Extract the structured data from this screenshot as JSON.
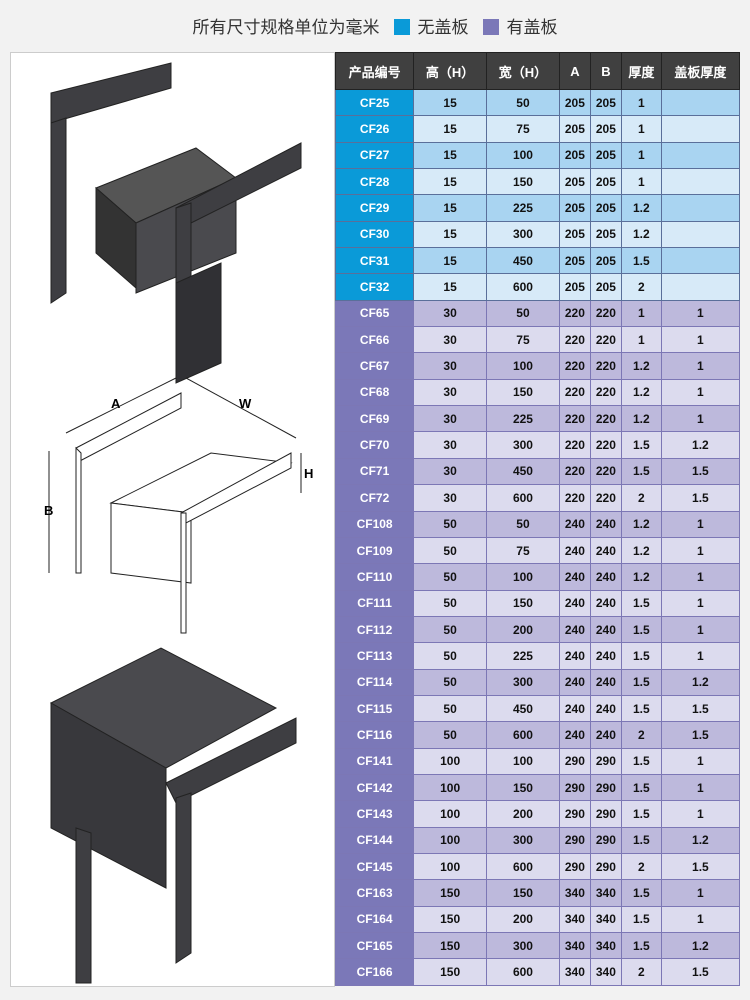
{
  "header": {
    "note": "所有尺寸规格单位为毫米",
    "legend": [
      {
        "label": "无盖板",
        "color": "#0a9ad8"
      },
      {
        "label": "有盖板",
        "color": "#7b78b8"
      }
    ]
  },
  "diagram_labels": {
    "a": "A",
    "w": "W",
    "b": "B",
    "h": "H"
  },
  "table": {
    "columns": [
      "产品编号",
      "高（H）",
      "宽（H）",
      "A",
      "B",
      "厚度",
      "盖板厚度"
    ],
    "rows": [
      [
        "CF25",
        "15",
        "50",
        "205",
        "205",
        "1",
        ""
      ],
      [
        "CF26",
        "15",
        "75",
        "205",
        "205",
        "1",
        ""
      ],
      [
        "CF27",
        "15",
        "100",
        "205",
        "205",
        "1",
        ""
      ],
      [
        "CF28",
        "15",
        "150",
        "205",
        "205",
        "1",
        ""
      ],
      [
        "CF29",
        "15",
        "225",
        "205",
        "205",
        "1.2",
        ""
      ],
      [
        "CF30",
        "15",
        "300",
        "205",
        "205",
        "1.2",
        ""
      ],
      [
        "CF31",
        "15",
        "450",
        "205",
        "205",
        "1.5",
        ""
      ],
      [
        "CF32",
        "15",
        "600",
        "205",
        "205",
        "2",
        ""
      ],
      [
        "CF65",
        "30",
        "50",
        "220",
        "220",
        "1",
        "1"
      ],
      [
        "CF66",
        "30",
        "75",
        "220",
        "220",
        "1",
        "1"
      ],
      [
        "CF67",
        "30",
        "100",
        "220",
        "220",
        "1.2",
        "1"
      ],
      [
        "CF68",
        "30",
        "150",
        "220",
        "220",
        "1.2",
        "1"
      ],
      [
        "CF69",
        "30",
        "225",
        "220",
        "220",
        "1.2",
        "1"
      ],
      [
        "CF70",
        "30",
        "300",
        "220",
        "220",
        "1.5",
        "1.2"
      ],
      [
        "CF71",
        "30",
        "450",
        "220",
        "220",
        "1.5",
        "1.5"
      ],
      [
        "CF72",
        "30",
        "600",
        "220",
        "220",
        "2",
        "1.5"
      ],
      [
        "CF108",
        "50",
        "50",
        "240",
        "240",
        "1.2",
        "1"
      ],
      [
        "CF109",
        "50",
        "75",
        "240",
        "240",
        "1.2",
        "1"
      ],
      [
        "CF110",
        "50",
        "100",
        "240",
        "240",
        "1.2",
        "1"
      ],
      [
        "CF111",
        "50",
        "150",
        "240",
        "240",
        "1.5",
        "1"
      ],
      [
        "CF112",
        "50",
        "200",
        "240",
        "240",
        "1.5",
        "1"
      ],
      [
        "CF113",
        "50",
        "225",
        "240",
        "240",
        "1.5",
        "1"
      ],
      [
        "CF114",
        "50",
        "300",
        "240",
        "240",
        "1.5",
        "1.2"
      ],
      [
        "CF115",
        "50",
        "450",
        "240",
        "240",
        "1.5",
        "1.5"
      ],
      [
        "CF116",
        "50",
        "600",
        "240",
        "240",
        "2",
        "1.5"
      ],
      [
        "CF141",
        "100",
        "100",
        "290",
        "290",
        "1.5",
        "1"
      ],
      [
        "CF142",
        "100",
        "150",
        "290",
        "290",
        "1.5",
        "1"
      ],
      [
        "CF143",
        "100",
        "200",
        "290",
        "290",
        "1.5",
        "1"
      ],
      [
        "CF144",
        "100",
        "300",
        "290",
        "290",
        "1.5",
        "1.2"
      ],
      [
        "CF145",
        "100",
        "600",
        "290",
        "290",
        "2",
        "1.5"
      ],
      [
        "CF163",
        "150",
        "150",
        "340",
        "340",
        "1.5",
        "1"
      ],
      [
        "CF164",
        "150",
        "200",
        "340",
        "340",
        "1.5",
        "1"
      ],
      [
        "CF165",
        "150",
        "300",
        "340",
        "340",
        "1.5",
        "1.2"
      ],
      [
        "CF166",
        "150",
        "600",
        "340",
        "340",
        "2",
        "1.5"
      ]
    ],
    "blue_count": 8
  }
}
